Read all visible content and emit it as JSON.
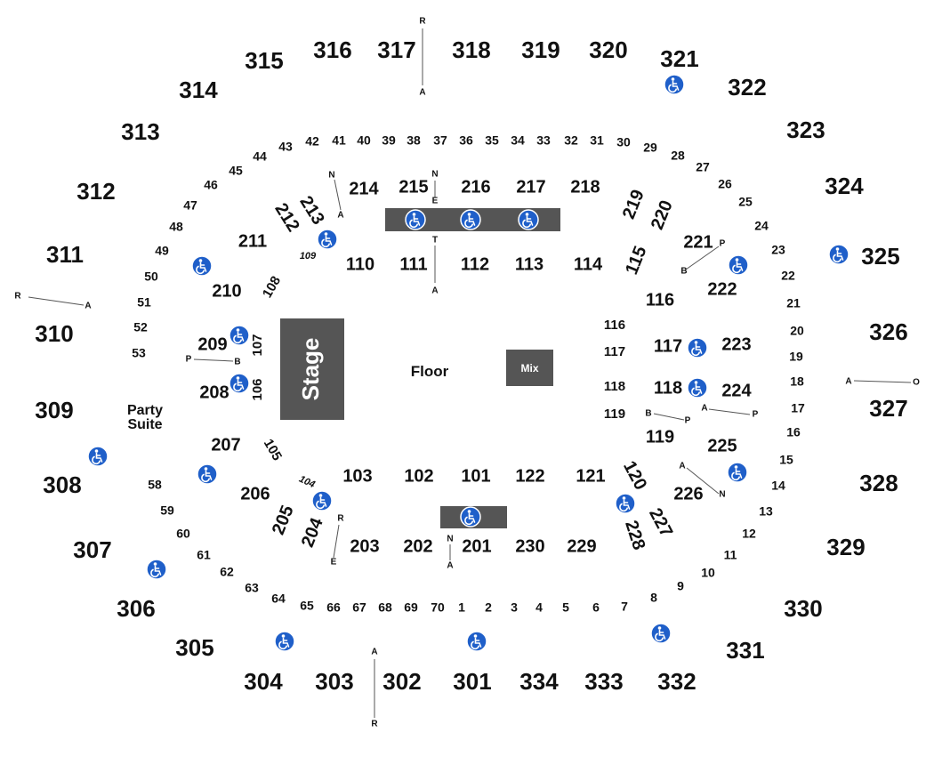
{
  "stage": {
    "label": "Stage"
  },
  "floor": {
    "label": "Floor"
  },
  "mix": {
    "label": "Mix"
  },
  "party_suite": {
    "line1": "Party",
    "line2": "Suite"
  },
  "icon": "wheelchair-accessible-icon",
  "colors": {
    "accessible": "#1f5fc9",
    "blocks": "#555555",
    "text": "#111111"
  },
  "sections": [
    {
      "t": "315",
      "c": "lvl3"
    },
    {
      "t": "316",
      "c": "lvl3"
    },
    {
      "t": "317",
      "c": "lvl3"
    },
    {
      "t": "318",
      "c": "lvl3"
    },
    {
      "t": "319",
      "c": "lvl3"
    },
    {
      "t": "320",
      "c": "lvl3"
    },
    {
      "t": "321",
      "c": "lvl3"
    },
    {
      "t": "322",
      "c": "lvl3"
    },
    {
      "t": "314",
      "c": "lvl3"
    },
    {
      "t": "313",
      "c": "lvl3"
    },
    {
      "t": "323",
      "c": "lvl3"
    },
    {
      "t": "312",
      "c": "lvl3"
    },
    {
      "t": "324",
      "c": "lvl3"
    },
    {
      "t": "311",
      "c": "lvl3"
    },
    {
      "t": "325",
      "c": "lvl3"
    },
    {
      "t": "310",
      "c": "lvl3"
    },
    {
      "t": "326",
      "c": "lvl3"
    },
    {
      "t": "309",
      "c": "lvl3"
    },
    {
      "t": "327",
      "c": "lvl3"
    },
    {
      "t": "308",
      "c": "lvl3"
    },
    {
      "t": "328",
      "c": "lvl3"
    },
    {
      "t": "307",
      "c": "lvl3"
    },
    {
      "t": "329",
      "c": "lvl3"
    },
    {
      "t": "306",
      "c": "lvl3"
    },
    {
      "t": "330",
      "c": "lvl3"
    },
    {
      "t": "305",
      "c": "lvl3"
    },
    {
      "t": "331",
      "c": "lvl3"
    },
    {
      "t": "304",
      "c": "lvl3"
    },
    {
      "t": "303",
      "c": "lvl3"
    },
    {
      "t": "302",
      "c": "lvl3"
    },
    {
      "t": "301",
      "c": "lvl3"
    },
    {
      "t": "334",
      "c": "lvl3"
    },
    {
      "t": "333",
      "c": "lvl3"
    },
    {
      "t": "332",
      "c": "lvl3"
    },
    {
      "t": "214",
      "c": "lvl2"
    },
    {
      "t": "215",
      "c": "lvl2"
    },
    {
      "t": "216",
      "c": "lvl2"
    },
    {
      "t": "217",
      "c": "lvl2"
    },
    {
      "t": "218",
      "c": "lvl2"
    },
    {
      "t": "213",
      "c": "lvl2"
    },
    {
      "t": "212",
      "c": "lvl2"
    },
    {
      "t": "219",
      "c": "lvl2"
    },
    {
      "t": "220",
      "c": "lvl2"
    },
    {
      "t": "211",
      "c": "lvl2"
    },
    {
      "t": "221",
      "c": "lvl2"
    },
    {
      "t": "222",
      "c": "lvl2"
    },
    {
      "t": "210",
      "c": "lvl2"
    },
    {
      "t": "209",
      "c": "lvl2"
    },
    {
      "t": "208",
      "c": "lvl2"
    },
    {
      "t": "223",
      "c": "lvl2"
    },
    {
      "t": "224",
      "c": "lvl2"
    },
    {
      "t": "207",
      "c": "lvl2"
    },
    {
      "t": "225",
      "c": "lvl2"
    },
    {
      "t": "206",
      "c": "lvl2"
    },
    {
      "t": "226",
      "c": "lvl2"
    },
    {
      "t": "205",
      "c": "lvl2"
    },
    {
      "t": "204",
      "c": "lvl2"
    },
    {
      "t": "227",
      "c": "lvl2"
    },
    {
      "t": "228",
      "c": "lvl2"
    },
    {
      "t": "203",
      "c": "lvl2"
    },
    {
      "t": "202",
      "c": "lvl2"
    },
    {
      "t": "201",
      "c": "lvl2"
    },
    {
      "t": "230",
      "c": "lvl2"
    },
    {
      "t": "229",
      "c": "lvl2"
    },
    {
      "t": "110",
      "c": "lvl2"
    },
    {
      "t": "111",
      "c": "lvl2"
    },
    {
      "t": "112",
      "c": "lvl2"
    },
    {
      "t": "113",
      "c": "lvl2"
    },
    {
      "t": "114",
      "c": "lvl2"
    },
    {
      "t": "115",
      "c": "lvl2"
    },
    {
      "t": "116",
      "c": "lvl2"
    },
    {
      "t": "117",
      "c": "lvl2"
    },
    {
      "t": "118",
      "c": "lvl2"
    },
    {
      "t": "119",
      "c": "lvl2"
    },
    {
      "t": "120",
      "c": "lvl2"
    },
    {
      "t": "121",
      "c": "lvl2"
    },
    {
      "t": "122",
      "c": "lvl2"
    },
    {
      "t": "101",
      "c": "lvl2"
    },
    {
      "t": "102",
      "c": "lvl2"
    },
    {
      "t": "103",
      "c": "lvl2"
    },
    {
      "t": "116",
      "c": "lvl1"
    },
    {
      "t": "117",
      "c": "lvl1"
    },
    {
      "t": "118",
      "c": "lvl1"
    },
    {
      "t": "119",
      "c": "lvl1"
    },
    {
      "t": "108",
      "c": "lvl1"
    },
    {
      "t": "107",
      "c": "lvl1"
    },
    {
      "t": "106",
      "c": "lvl1"
    },
    {
      "t": "105",
      "c": "lvl1"
    },
    {
      "t": "109",
      "c": "tiny"
    },
    {
      "t": "104",
      "c": "tiny"
    },
    {
      "t": "42",
      "c": "loge"
    },
    {
      "t": "41",
      "c": "loge"
    },
    {
      "t": "40",
      "c": "loge"
    },
    {
      "t": "39",
      "c": "loge"
    },
    {
      "t": "38",
      "c": "loge"
    },
    {
      "t": "37",
      "c": "loge"
    },
    {
      "t": "36",
      "c": "loge"
    },
    {
      "t": "35",
      "c": "loge"
    },
    {
      "t": "34",
      "c": "loge"
    },
    {
      "t": "33",
      "c": "loge"
    },
    {
      "t": "32",
      "c": "loge"
    },
    {
      "t": "31",
      "c": "loge"
    },
    {
      "t": "30",
      "c": "loge"
    },
    {
      "t": "29",
      "c": "loge"
    },
    {
      "t": "28",
      "c": "loge"
    },
    {
      "t": "27",
      "c": "loge"
    },
    {
      "t": "26",
      "c": "loge"
    },
    {
      "t": "25",
      "c": "loge"
    },
    {
      "t": "24",
      "c": "loge"
    },
    {
      "t": "23",
      "c": "loge"
    },
    {
      "t": "22",
      "c": "loge"
    },
    {
      "t": "21",
      "c": "loge"
    },
    {
      "t": "20",
      "c": "loge"
    },
    {
      "t": "19",
      "c": "loge"
    },
    {
      "t": "18",
      "c": "loge"
    },
    {
      "t": "17",
      "c": "loge"
    },
    {
      "t": "16",
      "c": "loge"
    },
    {
      "t": "15",
      "c": "loge"
    },
    {
      "t": "14",
      "c": "loge"
    },
    {
      "t": "13",
      "c": "loge"
    },
    {
      "t": "12",
      "c": "loge"
    },
    {
      "t": "11",
      "c": "loge"
    },
    {
      "t": "10",
      "c": "loge"
    },
    {
      "t": "9",
      "c": "loge"
    },
    {
      "t": "8",
      "c": "loge"
    },
    {
      "t": "7",
      "c": "loge"
    },
    {
      "t": "6",
      "c": "loge"
    },
    {
      "t": "5",
      "c": "loge"
    },
    {
      "t": "4",
      "c": "loge"
    },
    {
      "t": "3",
      "c": "loge"
    },
    {
      "t": "2",
      "c": "loge"
    },
    {
      "t": "1",
      "c": "loge"
    },
    {
      "t": "70",
      "c": "loge"
    },
    {
      "t": "69",
      "c": "loge"
    },
    {
      "t": "68",
      "c": "loge"
    },
    {
      "t": "67",
      "c": "loge"
    },
    {
      "t": "66",
      "c": "loge"
    },
    {
      "t": "65",
      "c": "loge"
    },
    {
      "t": "64",
      "c": "loge"
    },
    {
      "t": "63",
      "c": "loge"
    },
    {
      "t": "62",
      "c": "loge"
    },
    {
      "t": "61",
      "c": "loge"
    },
    {
      "t": "60",
      "c": "loge"
    },
    {
      "t": "59",
      "c": "loge"
    },
    {
      "t": "58",
      "c": "loge"
    },
    {
      "t": "53",
      "c": "loge"
    },
    {
      "t": "52",
      "c": "loge"
    },
    {
      "t": "51",
      "c": "loge"
    },
    {
      "t": "50",
      "c": "loge"
    },
    {
      "t": "49",
      "c": "loge"
    },
    {
      "t": "48",
      "c": "loge"
    },
    {
      "t": "47",
      "c": "loge"
    },
    {
      "t": "46",
      "c": "loge"
    },
    {
      "t": "45",
      "c": "loge"
    },
    {
      "t": "44",
      "c": "loge"
    },
    {
      "t": "43",
      "c": "loge"
    }
  ],
  "row_labels": [
    "R",
    "A",
    "N",
    "E",
    "T",
    "A",
    "N",
    "A",
    "P",
    "B",
    "R",
    "A",
    "P",
    "B",
    "A",
    "O",
    "B",
    "P",
    "A",
    "P",
    "A",
    "N",
    "E",
    "N",
    "A",
    "R",
    "A",
    "R"
  ]
}
